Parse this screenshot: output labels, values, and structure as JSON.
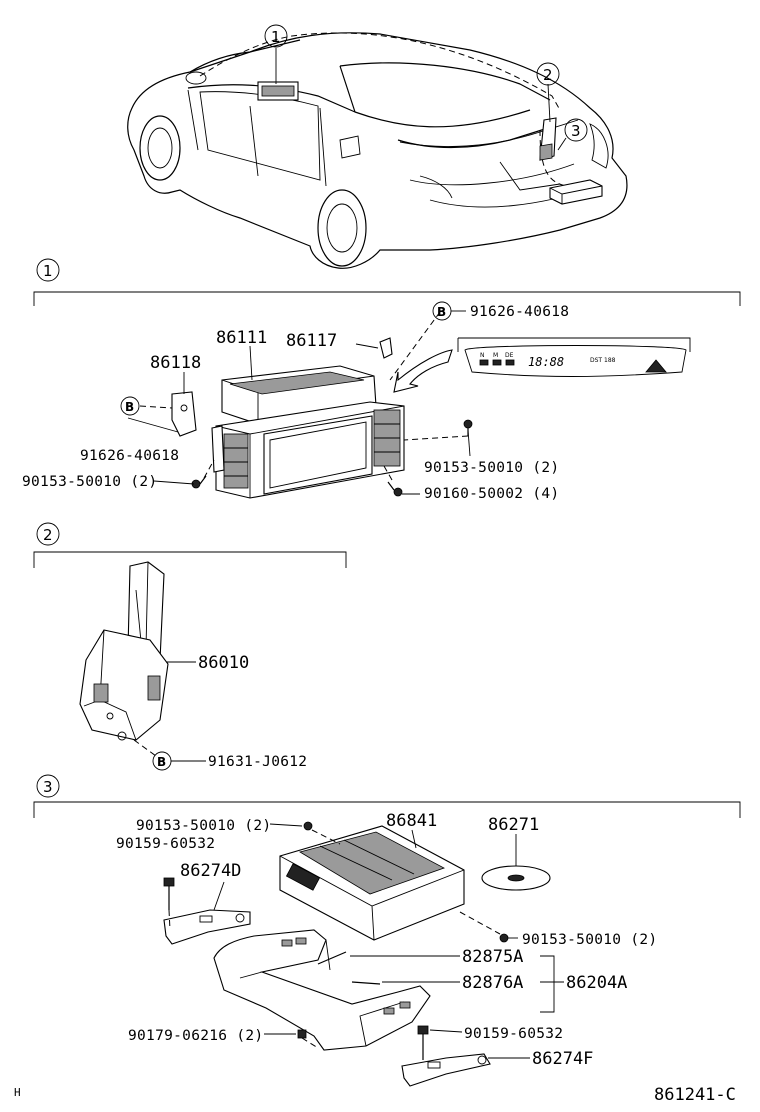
{
  "sections": [
    {
      "number": "1"
    },
    {
      "number": "2"
    },
    {
      "number": "3"
    }
  ],
  "section1": {
    "display_panel": {
      "time": "18:88",
      "small_text": "DST 188",
      "icons": [
        "N",
        "M",
        "DE"
      ]
    },
    "labels": {
      "ref_b_top": "91626-40618",
      "part_86111": "86111",
      "part_86117": "86117",
      "part_86118": "86118",
      "ref_b_left": "91626-40618",
      "screw_left": "90153-50010 (2)",
      "screw_right": "90153-50010 (2)",
      "screw_bottom": "90160-50002 (4)"
    },
    "ref_marker": "B"
  },
  "section2": {
    "labels": {
      "part_86010": "86010",
      "ref_b": "91631-J0612"
    },
    "ref_marker": "B"
  },
  "section3": {
    "labels": {
      "screw_top": "90153-50010 (2)",
      "bolt_top": "90159-60532",
      "bracket_left": "86274D",
      "part_86841": "86841",
      "part_86271": "86271",
      "screw_right": "90153-50010 (2)",
      "part_82875A": "82875A",
      "part_82876A": "82876A",
      "part_86204A": "86204A",
      "nut_bottom": "90179-06216 (2)",
      "bolt_bottom": "90159-60532",
      "bracket_right": "86274F"
    }
  },
  "footer": {
    "left_mark": "H",
    "diagram_code": "861241-C"
  },
  "icons": [
    "car-overview",
    "navigation-display-unit",
    "cd-changer-bracket",
    "cd-changer-unit",
    "compact-disc",
    "mounting-bracket"
  ]
}
